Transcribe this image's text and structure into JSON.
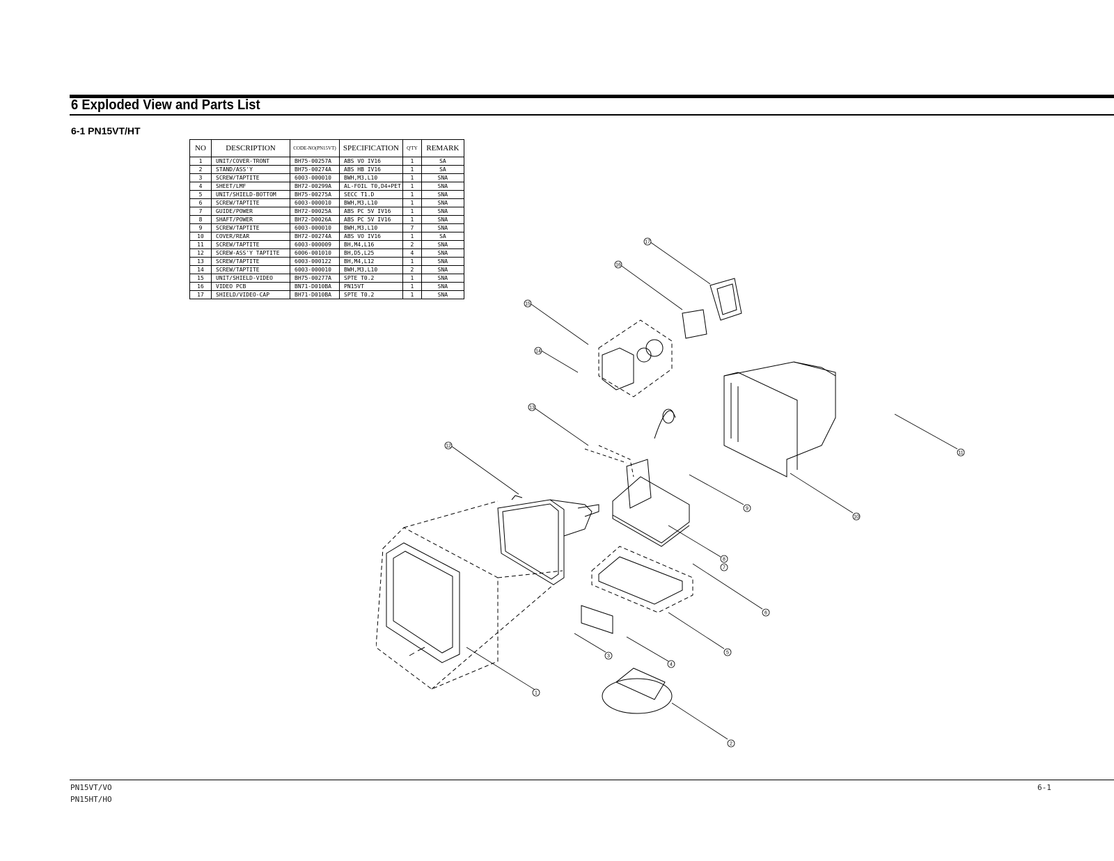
{
  "header": {
    "section_title": "6  Exploded View and Parts List",
    "subsection_title": "6-1  PN15VT/HT"
  },
  "parts_table": {
    "columns": [
      "NO",
      "DESCRIPTION",
      "CODE-NO(PN15VT)",
      "SPECIFICATION",
      "Q'TY",
      "REMARK"
    ],
    "rows": [
      [
        "1",
        "UNIT/COVER-TRONT",
        "BH75-00257A",
        "ABS VO  IV16",
        "1",
        "SA"
      ],
      [
        "2",
        "STAND/ASS'Y",
        "BH75-00274A",
        "ABS HB IV16",
        "1",
        "SA"
      ],
      [
        "3",
        "SCREW/TAPTITE",
        "6003-000010",
        "BWH,M3,L10",
        "1",
        "SNA"
      ],
      [
        "4",
        "SHEET/LMF",
        "BH72-00299A",
        "AL-FOIL T0,D4+PET",
        "1",
        "SNA"
      ],
      [
        "5",
        "UNIT/SHIELD-BOTTOM",
        "BH75-00275A",
        "SECC T1.D",
        "1",
        "SNA"
      ],
      [
        "6",
        "SCREW/TAPTITE",
        "6003-000010",
        "BWH,M3,L10",
        "1",
        "SNA"
      ],
      [
        "7",
        "GUIDE/POWER",
        "BH72-00025A",
        "ABS PC 5V IV16",
        "1",
        "SNA"
      ],
      [
        "8",
        "SHAFT/POWER",
        "BH72-D0026A",
        "ABS PC 5V IV16",
        "1",
        "SNA"
      ],
      [
        "9",
        "SCREW/TAPTITE",
        "6003-000010",
        "BWH,M3,L10",
        "7",
        "SNA"
      ],
      [
        "10",
        "COVER/REAR",
        "BH72-00274A",
        "ABS VO IV16",
        "1",
        "SA"
      ],
      [
        "11",
        "SCREW/TAPTITE",
        "6003-000009",
        "BH,M4,L16",
        "2",
        "SNA"
      ],
      [
        "12",
        "SCREW-ASS'Y TAPTITE",
        "6006-001010",
        "BH,D5,L25",
        "4",
        "SNA"
      ],
      [
        "13",
        "SCREW/TAPTITE",
        "6003-000122",
        "BH,M4,L12",
        "1",
        "SNA"
      ],
      [
        "14",
        "SCREW/TAPTITE",
        "6003-000010",
        "BWH,M3,L10",
        "2",
        "SNA"
      ],
      [
        "15",
        "UNIT/SHIELD-VIDEO",
        "BH75-00277A",
        "SPTE T0.2",
        "1",
        "SNA"
      ],
      [
        "16",
        "VIDEO PCB",
        "BN71-D010BA",
        "PN15VT",
        "1",
        "SNA"
      ],
      [
        "17",
        "SHIELD/VIDEO-CAP",
        "BH71-D010BA",
        "SPTE T0.2",
        "1",
        "SNA"
      ]
    ]
  },
  "diagram": {
    "callouts": [
      "1",
      "2",
      "3",
      "4",
      "5",
      "6",
      "7",
      "8",
      "9",
      "10",
      "11",
      "12",
      "13",
      "14",
      "15",
      "16",
      "17"
    ]
  },
  "footer": {
    "model_line_1": "PN15VT/VO",
    "model_line_2": "PN15HT/HO",
    "page_number": "6-1"
  }
}
